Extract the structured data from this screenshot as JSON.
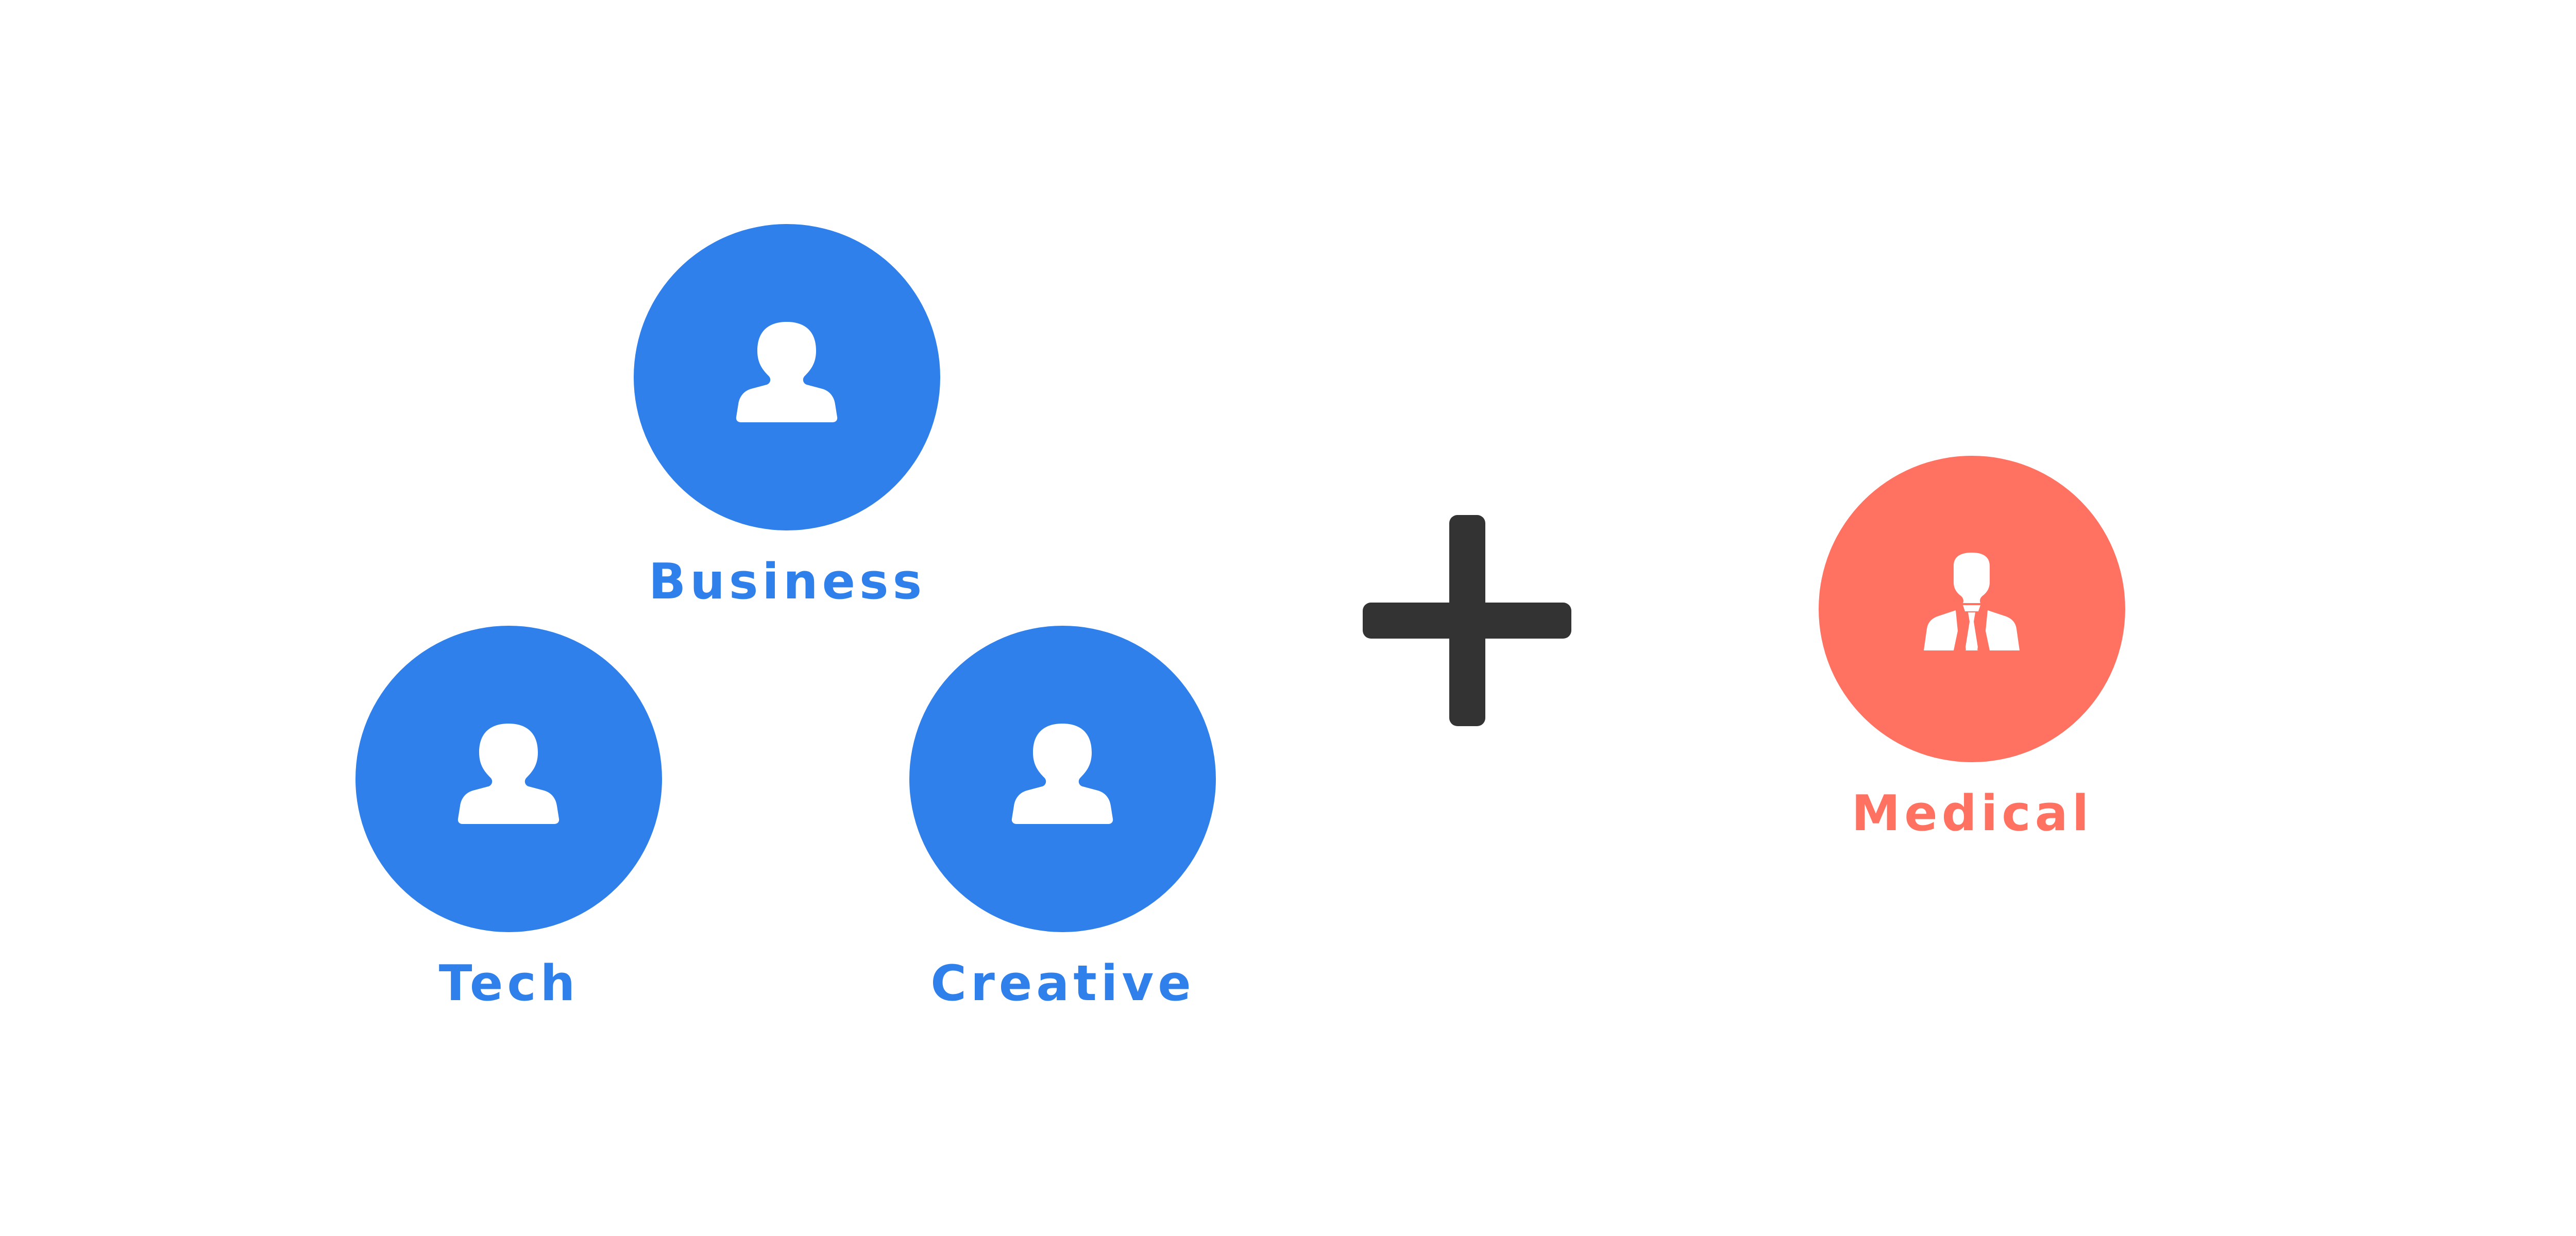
{
  "colors": {
    "group_color": "#3080ec",
    "target_color": "#ff7262",
    "operator_color": "#333333",
    "icon_color": "#ffffff",
    "background": "#ffffff"
  },
  "group": {
    "members": [
      {
        "label": "Business",
        "icon": "person-icon"
      },
      {
        "label": "Tech",
        "icon": "person-icon"
      },
      {
        "label": "Creative",
        "icon": "person-icon"
      }
    ]
  },
  "operator": {
    "icon": "plus-icon"
  },
  "target": {
    "label": "Medical",
    "icon": "doctor-icon"
  }
}
